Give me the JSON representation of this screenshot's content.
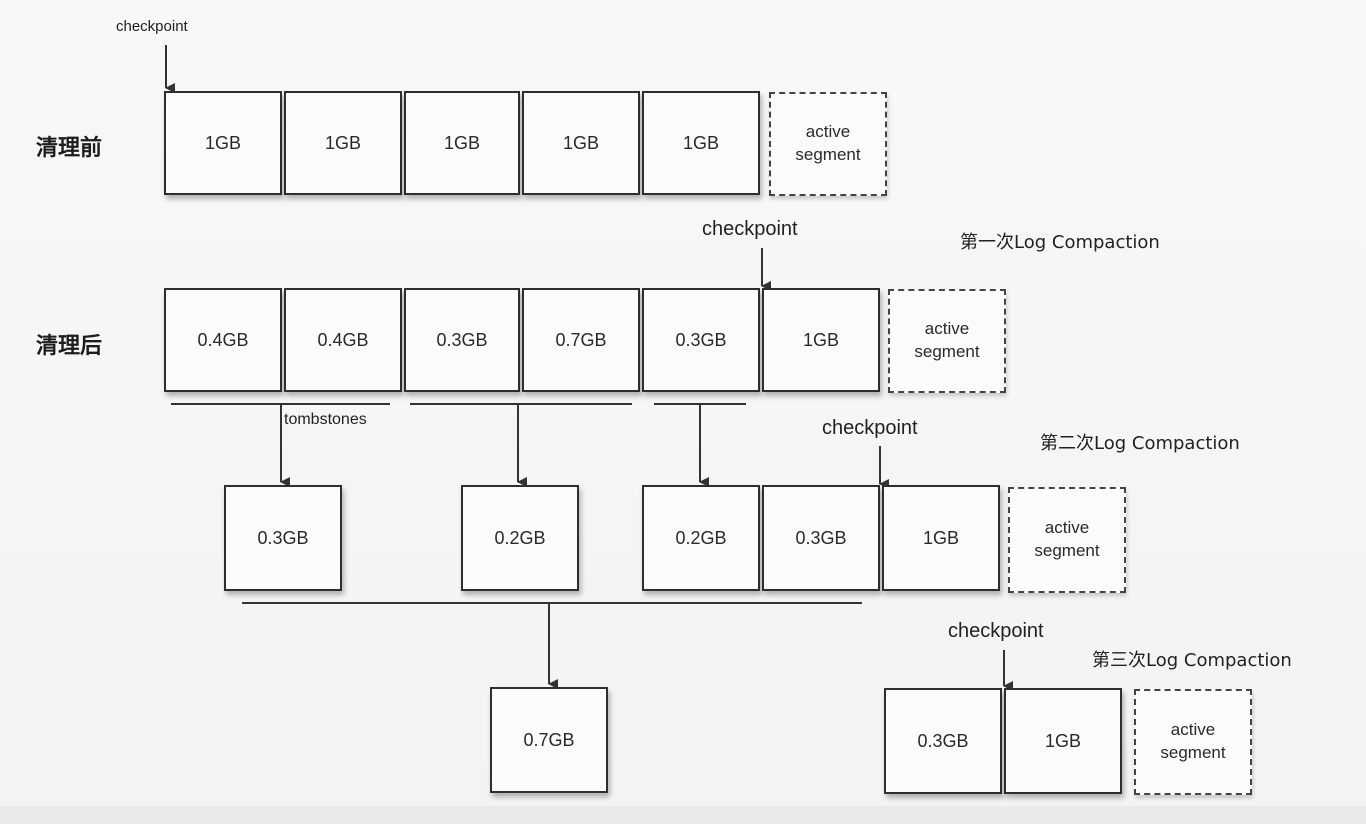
{
  "rows": {
    "before": "清理前",
    "after": "清理后"
  },
  "checkpoint_label": "checkpoint",
  "tombstones_label": "tombstones",
  "rounds": {
    "first": "第一次Log Compaction",
    "second": "第二次Log Compaction",
    "third": "第三次Log Compaction"
  },
  "active_segment": "active\nsegment",
  "segments": {
    "before": [
      "1GB",
      "1GB",
      "1GB",
      "1GB",
      "1GB"
    ],
    "after": [
      "0.4GB",
      "0.4GB",
      "0.3GB",
      "0.7GB",
      "0.3GB",
      "1GB"
    ],
    "second_merged": [
      "0.3GB",
      "0.2GB"
    ],
    "second_row": [
      "0.2GB",
      "0.3GB",
      "1GB"
    ],
    "third_merged": [
      "0.7GB"
    ],
    "third_row": [
      "0.3GB",
      "1GB"
    ]
  }
}
